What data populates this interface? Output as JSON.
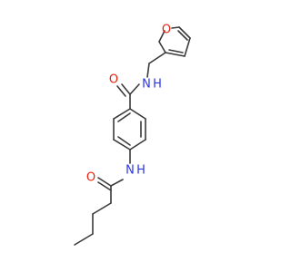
{
  "molecule": {
    "colors": {
      "bond": "#3a3a3a",
      "oxygen": "#e8210f",
      "nitrogen": "#2b35e8"
    },
    "atom_labels": {
      "furan_oxygen": "O",
      "amide_nh_top": "N",
      "amide_nh_top_h": "H",
      "carbonyl_oxygen_top": "O",
      "amide_nh_bottom": "N",
      "amide_nh_bottom_h": "H",
      "carbonyl_oxygen_bottom": "O"
    }
  }
}
